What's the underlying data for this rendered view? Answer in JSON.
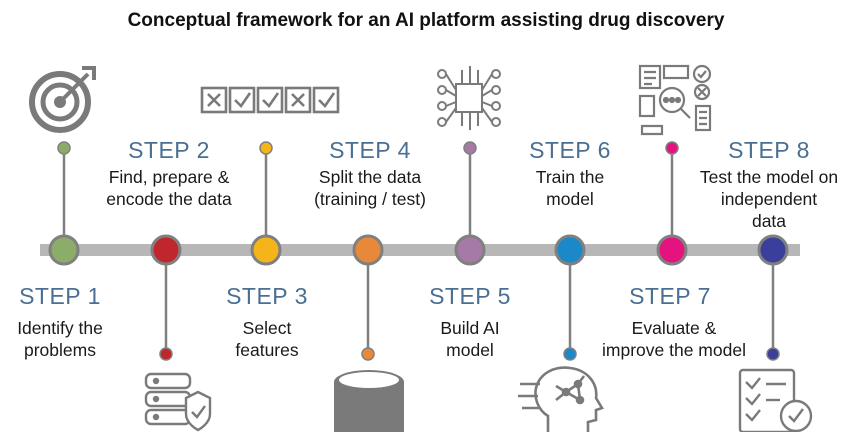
{
  "title": "Conceptual framework for an AI platform assisting drug discovery",
  "steps": [
    {
      "label": "STEP 1",
      "lines": [
        "Identify the",
        "problems"
      ],
      "color": "#8cad6a",
      "icon": "target-icon"
    },
    {
      "label": "STEP 2",
      "lines": [
        "Find, prepare &",
        "encode the data"
      ],
      "color": "#c0272d",
      "icon": "database-shield-icon"
    },
    {
      "label": "STEP 3",
      "lines": [
        "Select",
        "features"
      ],
      "color": "#f4b41a",
      "icon": "checkbox-row-icon"
    },
    {
      "label": "STEP 4",
      "lines": [
        "Split the data",
        "(training / test)"
      ],
      "color": "#e8893a",
      "icon": "database-cylinder-icon"
    },
    {
      "label": "STEP 5",
      "lines": [
        "Build AI",
        "model"
      ],
      "color": "#a67aa6",
      "icon": "neural-network-icon"
    },
    {
      "label": "STEP 6",
      "lines": [
        "Train the",
        "model"
      ],
      "color": "#1a88c9",
      "icon": "brain-head-icon"
    },
    {
      "label": "STEP 7",
      "lines": [
        "Evaluate &",
        "improve the model"
      ],
      "color": "#e5137f",
      "icon": "analysis-chart-icon"
    },
    {
      "label": "STEP 8",
      "lines": [
        "Test the model on",
        "independent",
        "data"
      ],
      "color": "#3a3f9c",
      "icon": "checklist-icon"
    }
  ],
  "colors": {
    "timeline": "#b7b7b7",
    "node_ring": "#808080",
    "icon": "#7a7a7a"
  }
}
